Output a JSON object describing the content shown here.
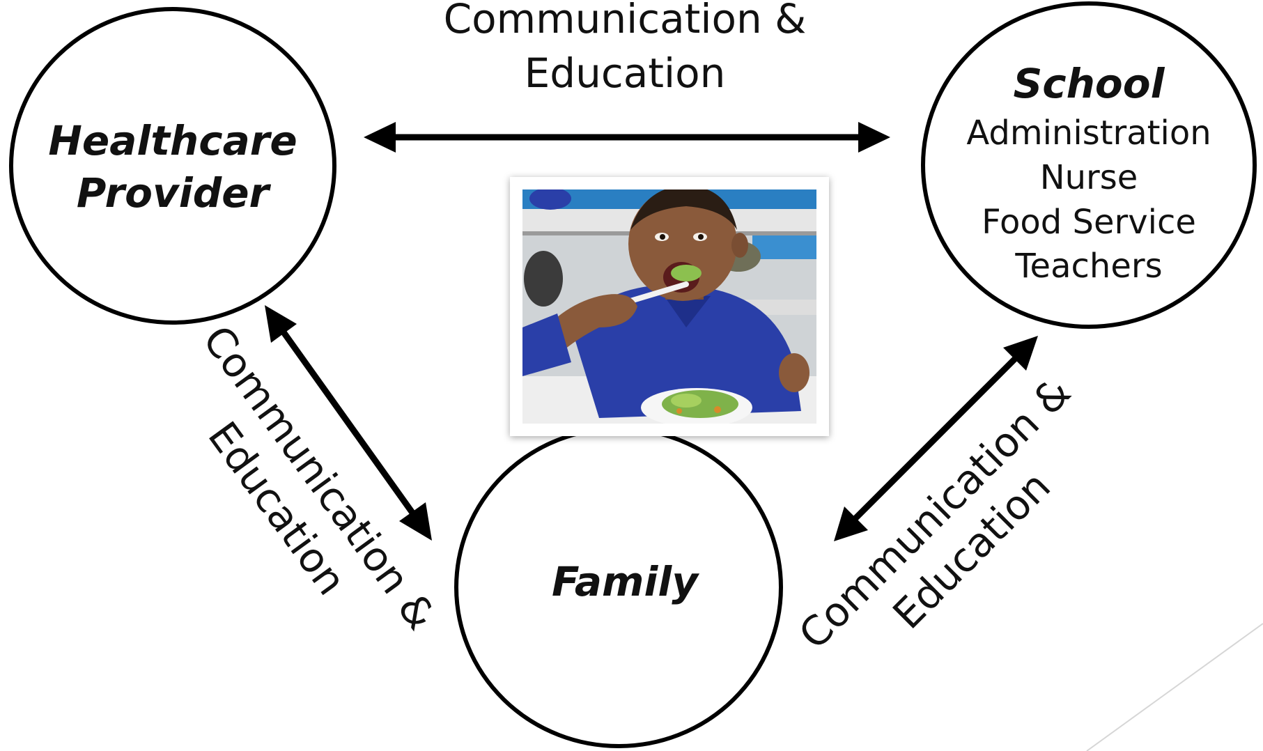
{
  "nodes": {
    "healthcare": {
      "title_line1": "Healthcare",
      "title_line2": "Provider"
    },
    "school": {
      "title": "School",
      "roles": [
        "Administration",
        "Nurse",
        "Food Service",
        "Teachers"
      ]
    },
    "family": {
      "title": "Family"
    }
  },
  "edges": {
    "top": {
      "line1": "Communication &",
      "line2": "Education"
    },
    "left": {
      "line1": "Communication &",
      "line2": "Education"
    },
    "right": {
      "line1": "Communication &",
      "line2": "Education"
    }
  },
  "photo": {
    "description_icon": "child-eating-salad-photo"
  },
  "colors": {
    "stroke": "#000000",
    "text": "#111111",
    "shirt": "#2a3fa8",
    "skin": "#8a5a3b",
    "salad": "#7fb24a"
  }
}
